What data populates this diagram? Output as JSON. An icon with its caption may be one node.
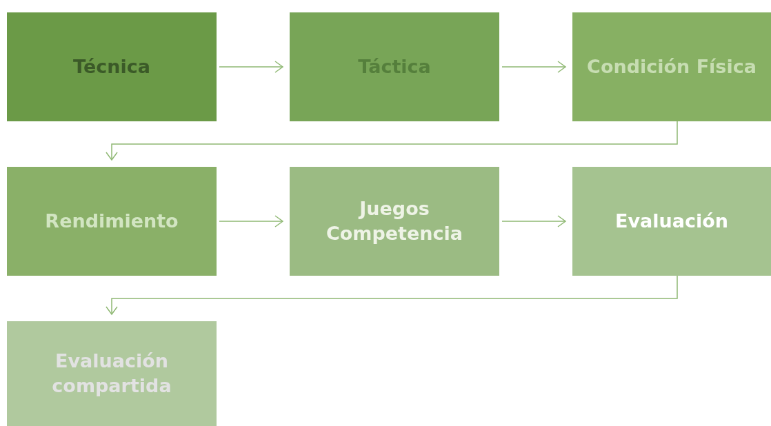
{
  "diagram": {
    "nodes": [
      {
        "text": [
          "Técnica"
        ]
      },
      {
        "text": [
          "Táctica"
        ]
      },
      {
        "text": [
          "Condición Física"
        ]
      },
      {
        "text": [
          "Rendimiento"
        ]
      },
      {
        "text": [
          "Juegos Competencia"
        ]
      },
      {
        "text": [
          "Evaluación"
        ]
      },
      {
        "text": [
          "Evaluación compartida"
        ]
      }
    ],
    "edges": [
      {
        "from": 0,
        "to": 1,
        "arrow": "to"
      },
      {
        "from": 1,
        "to": 2,
        "arrow": "to"
      },
      {
        "from": 2,
        "to": 3,
        "arrow": "to"
      },
      {
        "from": 3,
        "to": 4,
        "arrow": "to"
      },
      {
        "from": 4,
        "to": 5,
        "arrow": "to"
      },
      {
        "from": 5,
        "to": 6,
        "arrow": "to"
      }
    ]
  }
}
